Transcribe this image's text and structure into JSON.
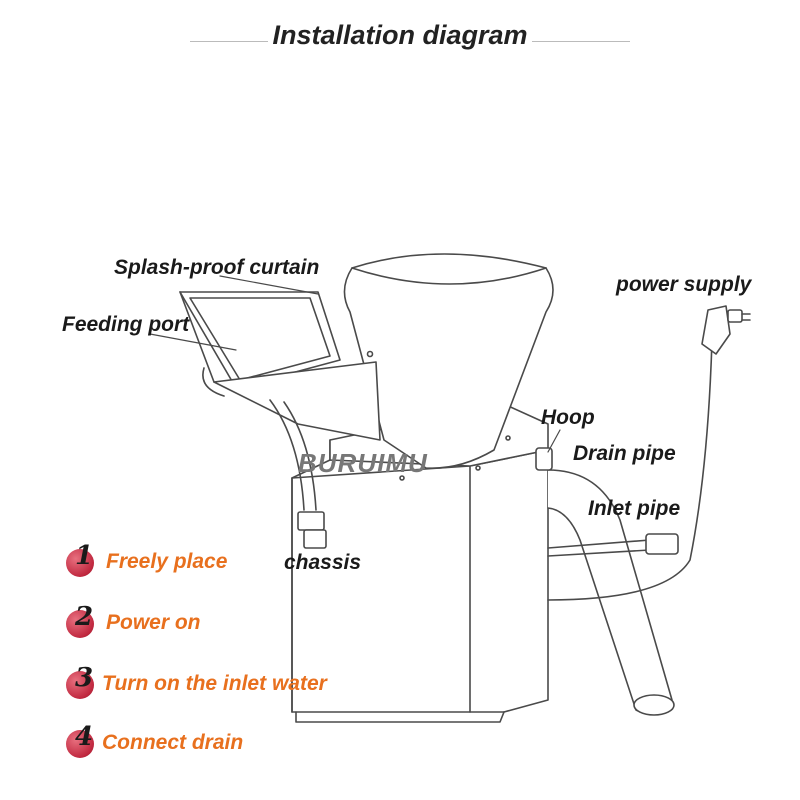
{
  "title": "Installation diagram",
  "brand": "BURUIMU",
  "labels": {
    "splash": "Splash-proof curtain",
    "feeding": "Feeding port",
    "power": "power supply",
    "hoop": "Hoop",
    "drain": "Drain pipe",
    "inlet": "Inlet pipe",
    "chassis": "chassis"
  },
  "steps": [
    {
      "number": "1",
      "text": "Freely place"
    },
    {
      "number": "2",
      "text": "Power on"
    },
    {
      "number": "3",
      "text": "Turn on the inlet water"
    },
    {
      "number": "4",
      "text": "Connect drain"
    }
  ],
  "colors": {
    "step_text": "#e8701e",
    "step_badge": "#c0283f"
  }
}
